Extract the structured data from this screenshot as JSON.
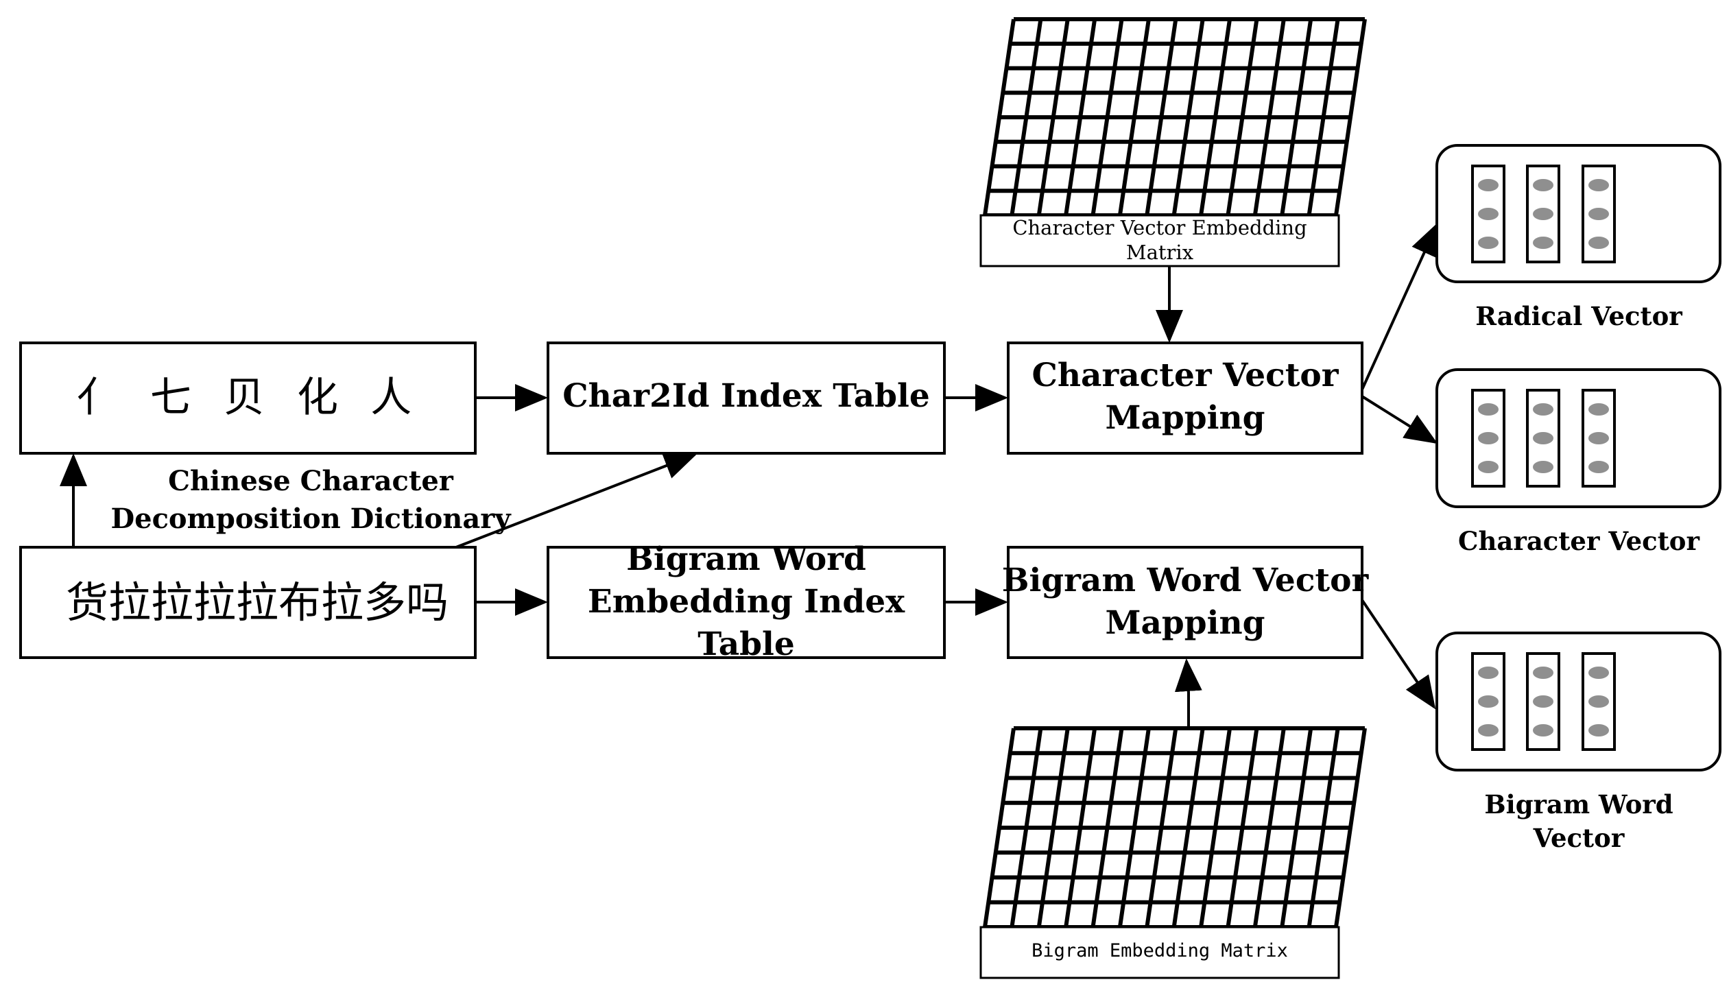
{
  "nodes": {
    "radicals_box": {
      "text": "亻 七 贝 化 人"
    },
    "sentence_box": {
      "text": "货拉拉拉拉布拉多吗"
    },
    "char2id": {
      "label": "Char2Id Index Table"
    },
    "bigram_index": {
      "lines": [
        "Bigram Word",
        "Embedding Index",
        "Table"
      ]
    },
    "char_mapping": {
      "lines": [
        "Character Vector",
        "Mapping"
      ]
    },
    "bigram_mapping": {
      "lines": [
        "Bigram Word Vector",
        "Mapping"
      ]
    },
    "char_matrix": {
      "lines": [
        "Character Vector Embedding",
        "Matrix"
      ]
    },
    "bigram_matrix": {
      "label": "Bigram Embedding Matrix"
    }
  },
  "edge_labels": {
    "decomposition": [
      "Chinese Character",
      "Decomposition Dictionary"
    ]
  },
  "outputs": {
    "radical_vector": {
      "lines": [
        "Radical Vector"
      ]
    },
    "character_vector": {
      "lines": [
        "Character Vector"
      ]
    },
    "bigram_word_vector": {
      "lines": [
        "Bigram Word",
        "Vector"
      ]
    }
  },
  "colors": {
    "line": "#000000",
    "dot": "#8f8f8f",
    "background": "#ffffff"
  }
}
